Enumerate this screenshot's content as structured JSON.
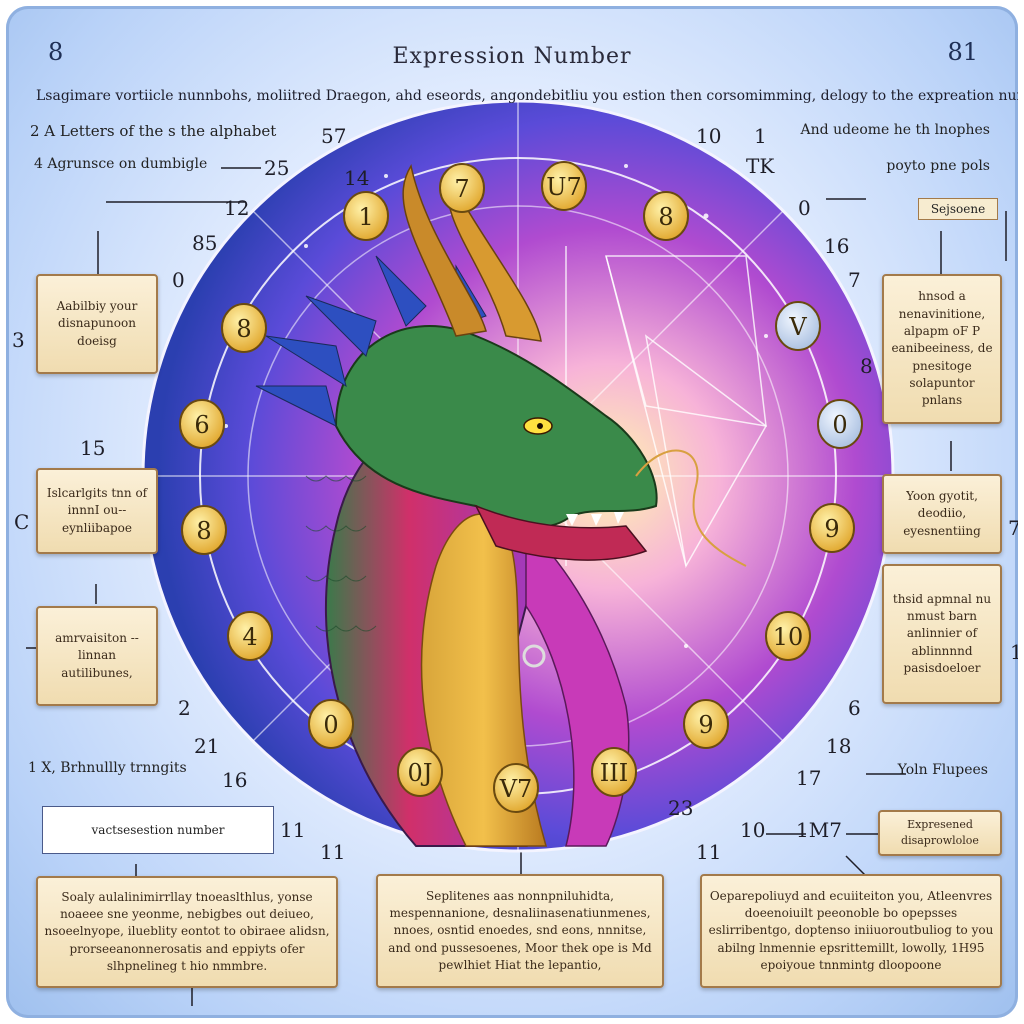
{
  "header": {
    "title": "Expression Number",
    "corner_left": "8",
    "corner_right": "81",
    "subtitle": "Lsagimare vortiicle nunnbohs,  moliitred Draegon, ahd eseords,  angondebitliu you estion then corsomimming, delogy to the expreation nur"
  },
  "left_labels": {
    "line1": "2  A Letters of the s the alphabet",
    "line2": "4  Agrunsce on dumbigle",
    "bottom_note": "1 X, Brhnullly trnngits"
  },
  "right_labels": {
    "line1": "And udeome he th lnophes",
    "line2": "poyto pne pols",
    "tk": "TK",
    "tag": "Sejsoene",
    "bottom_note": "Yoln Flupees",
    "bottom_box": "Expresened disaprowloloe"
  },
  "outer_numbers": [
    "57",
    "10",
    "1",
    "25",
    "14",
    "12",
    "85",
    "0",
    "0",
    "16",
    "7",
    "3",
    "15",
    "C",
    "7",
    "1",
    "2",
    "6",
    "21",
    "16",
    "18",
    "17",
    "11",
    "11",
    "11",
    "10",
    "1M7",
    "23",
    "8"
  ],
  "wheel_numbers": [
    "1",
    "7",
    "U7",
    "8",
    "8",
    "6",
    "8",
    "4",
    "0",
    "0J",
    "V7",
    "III",
    "9",
    "10",
    "9",
    "0",
    "V"
  ],
  "side_boxes": {
    "left_top": "Aabilbiy your disnapunoon doeisg",
    "left_mid": "Islcarlgits tnn of innnI ou-- eynliibapoe",
    "left_low": "amrvaisiton -- linnan autilibunes,",
    "right_top": "hnsod a nenavinitione, alpapm oF P eanibeeiness, de pnesitoge solapuntor pnlans",
    "right_mid": "Yoon gyotit, deodiio, eyesnentiing",
    "right_low": "thsid apmnal nu nmust barn anlinnier of ablinnnnd pasisdoeloer"
  },
  "bottom_boxes": {
    "label_box": "vactsesestion number",
    "left": "Soaly aulalinimirrllay tnoeaslthlus, yonse noaeee sne yeonme, nebigbes out deiueo, nsoeelnyope, ilueblity eontot to obiraee alidsn,  prorseeanonnerosatis and eppiyts ofer slhpnelineg t hio nmmbre.",
    "center": "Seplitenes aas nonnpniluhidta, mespennanione,  desnaliinasenatiunmenes, nnoes, osntid enoedes,  snd eons, nnnitse, and ond pussesoenes,  Moor thek ope is Md pewlhiet Hiat the lepantio,",
    "right": "Oeparepoliuyd and ecuiiteiton you, Atleenvres doeenoiuilt peeonoble bo opepsses eslirribentgo,  doptenso iniiuoroutbuliog to you abilng lnmennie epsrittemillt, lowolly, 1H95 epoiyoue tnnmintg dloopoone"
  },
  "colors": {
    "accent": "#1f2f55",
    "box_fill": "#f3e1b8",
    "box_border": "#a37a4a",
    "coin": "#f0c24a",
    "coin_blue": "#c7d7ee"
  },
  "icons": {
    "center_art": "dragon-icon",
    "wheel": "numerology-wheel"
  }
}
